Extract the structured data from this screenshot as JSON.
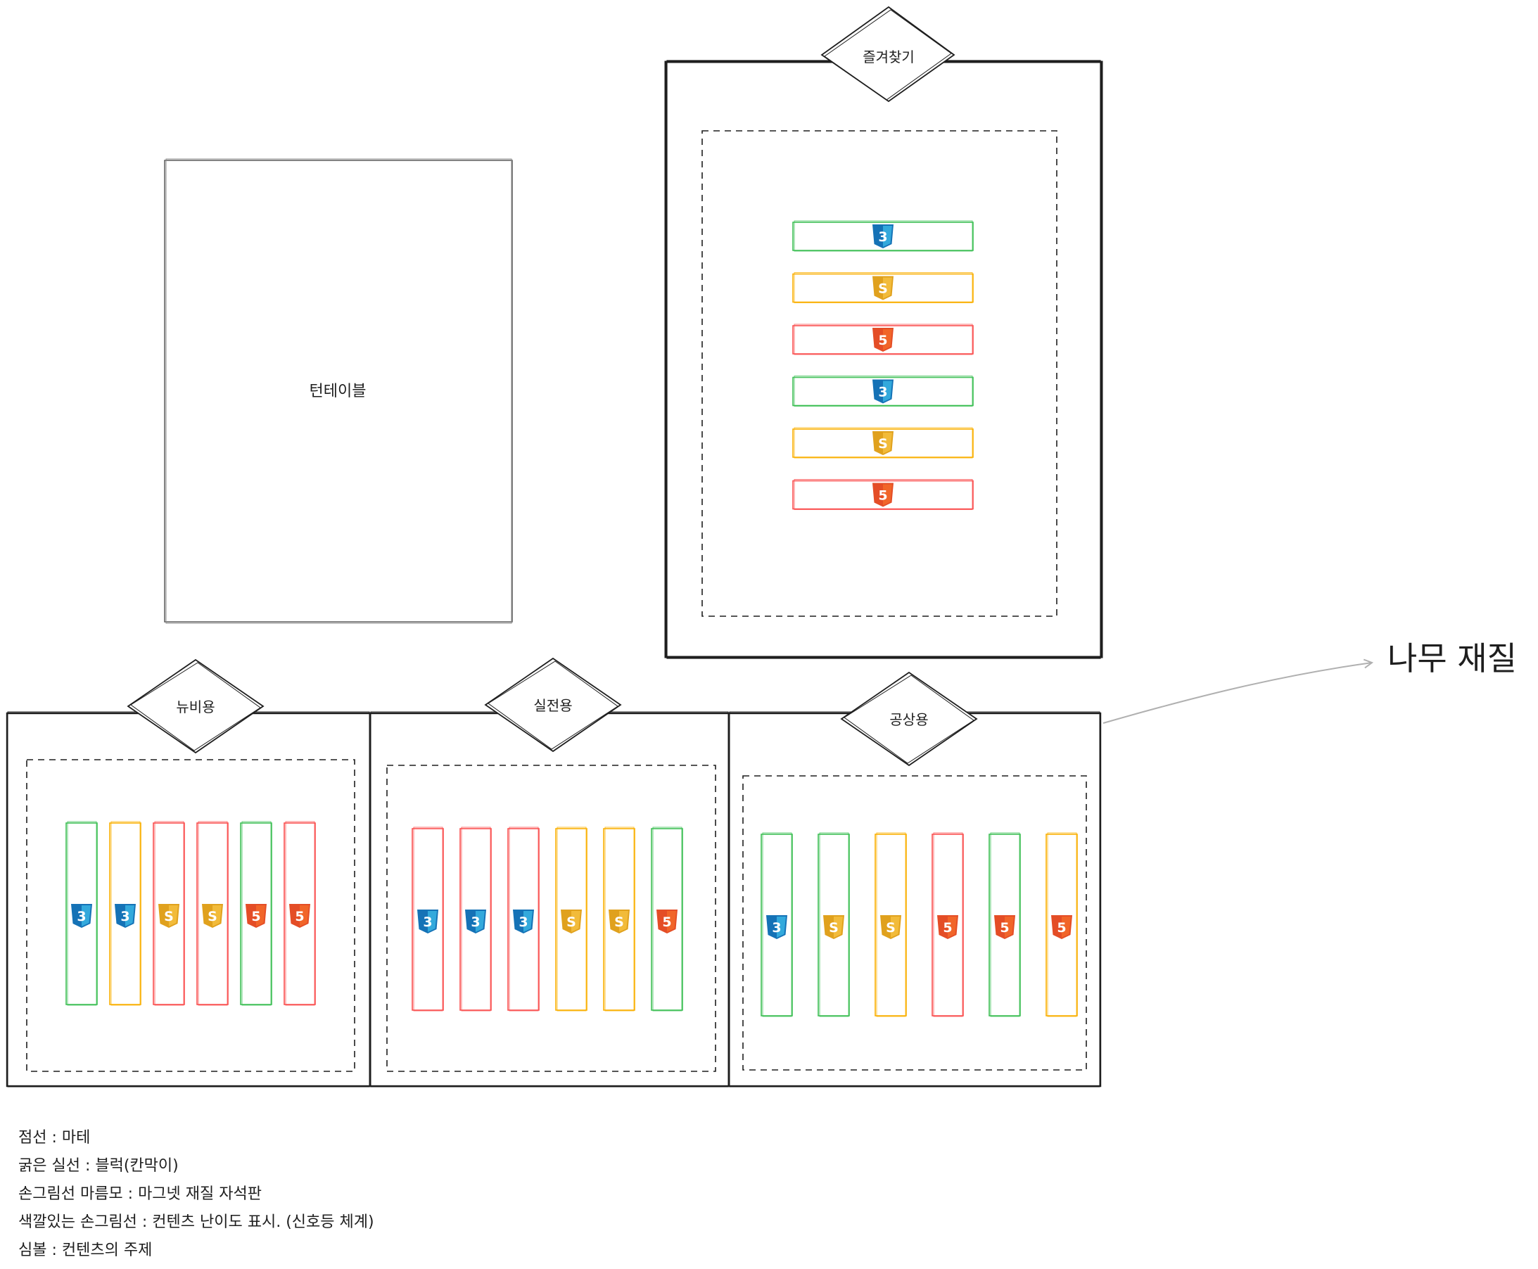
{
  "colors": {
    "stroke": "#1e1e1e",
    "green": "#40c057",
    "yellow": "#fab005",
    "red": "#fa5252",
    "css_blue": "#1572b6",
    "css_light": "#33a9dc",
    "sass_gold": "#e0a11d",
    "html_orange": "#e44d26",
    "arrow_gray": "#b0b0b0"
  },
  "turntable": {
    "label": "턴테이블"
  },
  "favorites": {
    "label": "즐겨찾기",
    "rows": [
      {
        "color": "green",
        "icon": "css3-icon"
      },
      {
        "color": "yellow",
        "icon": "sass-icon"
      },
      {
        "color": "red",
        "icon": "html5-icon"
      },
      {
        "color": "green",
        "icon": "css3-icon"
      },
      {
        "color": "yellow",
        "icon": "sass-icon"
      },
      {
        "color": "red",
        "icon": "html5-icon"
      }
    ]
  },
  "shelves": [
    {
      "label": "뉴비용",
      "books": [
        {
          "color": "green",
          "icon": "css3-icon"
        },
        {
          "color": "yellow",
          "icon": "css3-icon"
        },
        {
          "color": "red",
          "icon": "sass-icon"
        },
        {
          "color": "red",
          "icon": "sass-icon"
        },
        {
          "color": "green",
          "icon": "html5-icon"
        },
        {
          "color": "red",
          "icon": "html5-icon"
        }
      ]
    },
    {
      "label": "실전용",
      "books": [
        {
          "color": "red",
          "icon": "css3-icon"
        },
        {
          "color": "red",
          "icon": "css3-icon"
        },
        {
          "color": "red",
          "icon": "css3-icon"
        },
        {
          "color": "yellow",
          "icon": "sass-icon"
        },
        {
          "color": "yellow",
          "icon": "sass-icon"
        },
        {
          "color": "green",
          "icon": "html5-icon"
        }
      ]
    },
    {
      "label": "공상용",
      "books": [
        {
          "color": "green",
          "icon": "css3-icon"
        },
        {
          "color": "green",
          "icon": "sass-icon"
        },
        {
          "color": "yellow",
          "icon": "sass-icon"
        },
        {
          "color": "red",
          "icon": "html5-icon"
        },
        {
          "color": "green",
          "icon": "html5-icon"
        },
        {
          "color": "yellow",
          "icon": "html5-icon"
        }
      ]
    }
  ],
  "material_label": "나무 재질",
  "legend": [
    "점선 : 마테",
    "굵은 실선 : 블럭(칸막이)",
    "손그림선 마름모 : 마그넷 재질 자석판",
    "색깔있는 손그림선 : 컨텐츠 난이도 표시. (신호등 체계)",
    "심볼 : 컨텐츠의 주제"
  ]
}
